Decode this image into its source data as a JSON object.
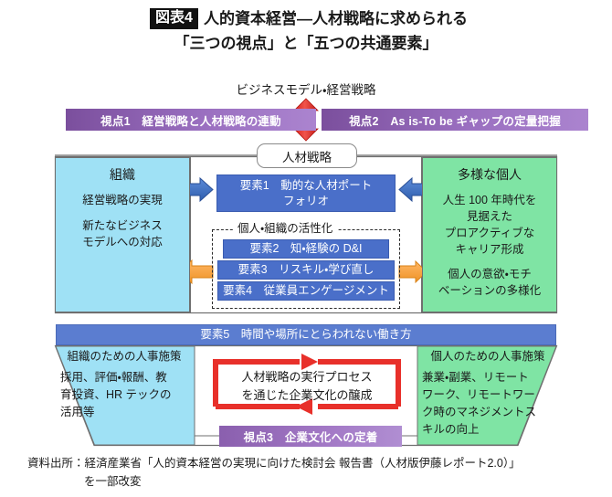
{
  "title": {
    "figure_tag": "図表4",
    "line1": "人的資本経営―人材戦略に求められる",
    "line2": "「三つの視点」と「五つの共通要素」"
  },
  "diagram": {
    "top_label": "ビジネスモデル・経営戦略",
    "center_pill": "人材戦略",
    "viewpoints": [
      {
        "id": "viewpoint-1",
        "label": "視点1　経営戦略と人材戦略の連動"
      },
      {
        "id": "viewpoint-2",
        "label": "視点2　As is-To be ギャップの定量把握"
      },
      {
        "id": "viewpoint-3",
        "label": "視点3　企業文化への定着"
      }
    ],
    "left_panel": {
      "heading": "組織",
      "line1": "経営戦略の実現",
      "line2a": "新たなビジネス",
      "line2b": "モデルへの対応"
    },
    "right_panel": {
      "heading": "多様な個人",
      "line1a": "人生 100 年時代を",
      "line1b": "見据えた",
      "line1c": "プロアクティブな",
      "line1d": "キャリア形成",
      "line2a": "個人の意欲・モチ",
      "line2b": "ベーションの多様化"
    },
    "elements": [
      {
        "id": "element-1",
        "label": "要素1　動的な人材ポート",
        "label2": "フォリオ"
      },
      {
        "id": "element-2",
        "label": "要素2　知・経験の D&I"
      },
      {
        "id": "element-3",
        "label": "要素3　リスキル・学び直し"
      },
      {
        "id": "element-4",
        "label": "要素4　従業員エンゲージメント"
      },
      {
        "id": "element-5",
        "label": "要素5　時間や場所にとらわれない働き方"
      }
    ],
    "activation_label": "個人・組織の活性化",
    "bottom_left": {
      "heading": "組織のための人事施策",
      "body1": "採用、評価・報酬、教",
      "body2": "育投資、HR テックの",
      "body3": "活用等"
    },
    "bottom_right": {
      "heading": "個人のための人事施策",
      "body1": "兼業・副業、リモート",
      "body2": "ワーク、リモートワー",
      "body3": "ク時のマネジメントス",
      "body4": "キルの向上"
    },
    "cycle_text_line1": "人材戦略の実行プロセス",
    "cycle_text_line2": "を通じた企業文化の醸成",
    "icons": {
      "vertical_double_arrow": "red-double-arrow-icon",
      "left_inward_arrow": "blue-arrow-right-icon",
      "left_outward_arrow": "orange-arrow-left-icon",
      "right_inward_arrow": "blue-arrow-left-icon",
      "right_outward_arrow": "orange-arrow-right-icon",
      "cycle_arrow": "red-cycle-arrow-icon"
    },
    "colors": {
      "viewpoint_purple": "#9a6fc0",
      "element_blue": "#4a6fc9",
      "element5_blue": "#5b7dd0",
      "organization_cyan": "#9fe1f5",
      "individual_green": "#7fe4a4",
      "red_arrow": "#e8302a",
      "blue_arrow": "#3a6fc4",
      "orange_arrow": "#f2a03c"
    }
  },
  "source": {
    "line1": "資料出所：経済産業省「人的資本経営の実現に向けた検討会 報告書（人材版伊藤レポート2.0）」",
    "line2": "を一部改変"
  }
}
